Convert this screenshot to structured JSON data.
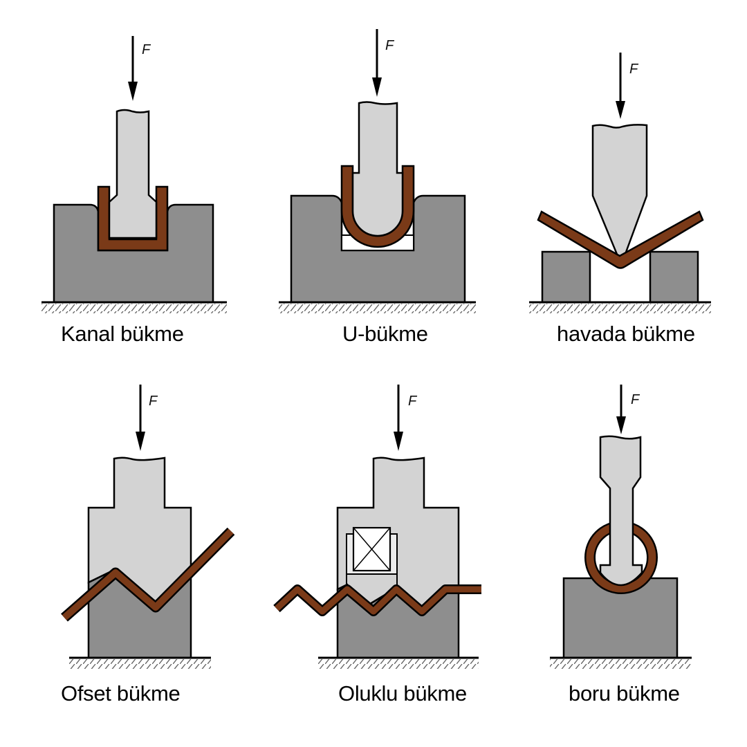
{
  "title": "Bükme türleri",
  "force_symbol": "F",
  "colors": {
    "punch": "#d3d3d3",
    "die": "#8e8e8e",
    "workpiece": "#7a3a18",
    "outline": "#000000",
    "background": "#ffffff"
  },
  "panels": [
    {
      "id": "kanal",
      "label": "Kanal bükme"
    },
    {
      "id": "u",
      "label": "U-bükme"
    },
    {
      "id": "havada",
      "label": "havada bükme"
    },
    {
      "id": "ofset",
      "label": "Ofset bükme"
    },
    {
      "id": "oluklu",
      "label": "Oluklu bükme"
    },
    {
      "id": "boru",
      "label": "boru bükme"
    }
  ]
}
